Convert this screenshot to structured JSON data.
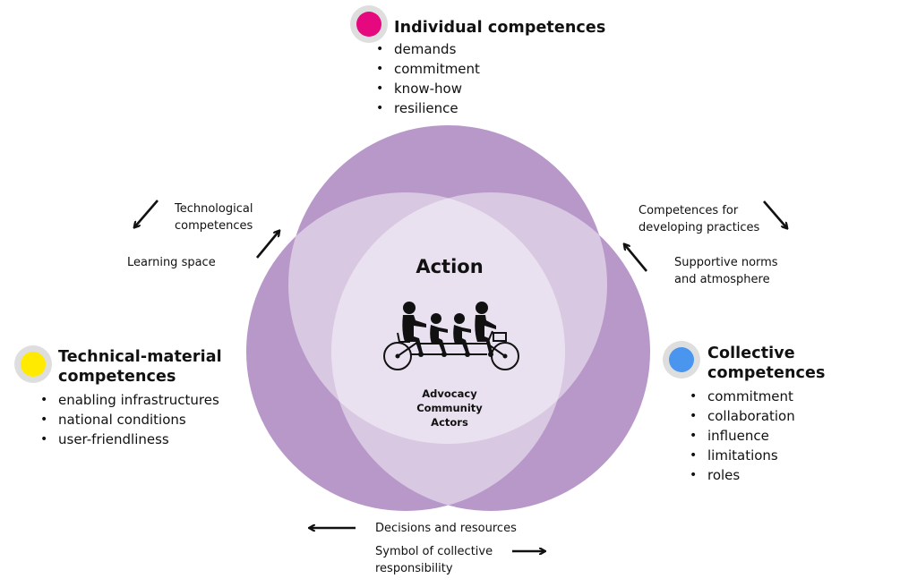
{
  "colors": {
    "circle_base": "#B898C9",
    "circle_overlap": "#D9C8E2",
    "circle_center": "#EAE1F0",
    "badge_ring": "#DEDEDE",
    "individual": "#E5087E",
    "technical": "#FFEA00",
    "collective": "#4A96EE",
    "arrow": "#111111"
  },
  "center": {
    "title": "Action",
    "image": "tandem-bicycle-family-icon",
    "subtitle_lines": [
      "Advocacy",
      "Community",
      "Actors"
    ]
  },
  "groups": {
    "individual": {
      "title": "Individual competences",
      "items": [
        "demands",
        "commitment",
        "know-how",
        "resilience"
      ]
    },
    "technical": {
      "title_lines": [
        "Technical-material",
        "competences"
      ],
      "items": [
        "enabling infrastructures",
        "national conditions",
        "user-friendliness"
      ]
    },
    "collective": {
      "title_lines": [
        "Collective",
        "competences"
      ],
      "items": [
        "commitment",
        "collaboration",
        "influence",
        "limitations",
        "roles"
      ]
    }
  },
  "connectors": {
    "technological": {
      "lines": [
        "Technological",
        "competences"
      ],
      "arrow": "arrow-down-left"
    },
    "learning_space": {
      "text": "Learning space",
      "arrow": "arrow-up-right"
    },
    "developing_practices": {
      "lines": [
        "Competences for",
        "developing practices"
      ],
      "arrow": "arrow-down-right"
    },
    "supportive_norms": {
      "lines": [
        "Supportive norms",
        "and atmosphere"
      ],
      "arrow": "arrow-up-left"
    },
    "decisions": {
      "text": "Decisions and resources",
      "arrow": "arrow-left"
    },
    "symbol": {
      "lines": [
        "Symbol of collective",
        "responsibility"
      ],
      "arrow": "arrow-right"
    }
  }
}
